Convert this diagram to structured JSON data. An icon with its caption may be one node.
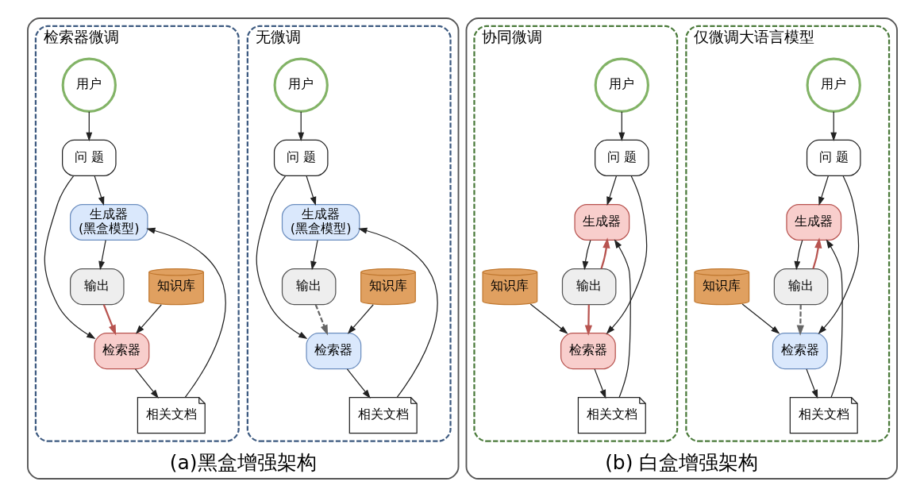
{
  "diagram": {
    "nodes": [
      {
        "text": [
          "(a)黑盒增强架构"
        ]
      },
      {
        "text": [
          "无微调"
        ],
        "in": 0
      },
      {
        "text": [
          "用户"
        ],
        "in": 1
      },
      {
        "text": [
          "问 题"
        ],
        "in": 1
      },
      {
        "text": [
          "生成器",
          "(黑盒模型)"
        ],
        "in": 1
      },
      {
        "text": [
          "输出"
        ],
        "in": 1
      },
      {
        "text": [
          "知识库"
        ],
        "in": 1
      },
      {
        "text": [
          "检索器"
        ],
        "in": 1
      },
      {
        "text": [
          "相关文档"
        ],
        "in": 1
      },
      {
        "text": [
          "检索器微调"
        ],
        "in": 0
      },
      {
        "text": [
          "用户"
        ],
        "in": 9
      },
      {
        "text": [
          "问 题"
        ],
        "in": 9
      },
      {
        "text": [
          "生成器",
          "(黑盒模型)"
        ],
        "in": 9
      },
      {
        "text": [
          "输出"
        ],
        "in": 9
      },
      {
        "text": [
          "知识库"
        ],
        "in": 9
      },
      {
        "text": [
          "检索器"
        ],
        "in": 9
      },
      {
        "text": [
          "相关文档"
        ],
        "in": 9
      },
      {
        "text": [
          "(b) 白盒增强架构"
        ]
      },
      {
        "text": [
          "仅微调大语言模型"
        ],
        "in": 17
      },
      {
        "text": [
          "用户"
        ],
        "in": 18
      },
      {
        "text": [
          "问 题"
        ],
        "in": 18
      },
      {
        "text": [
          "生成器"
        ],
        "in": 18
      },
      {
        "text": [
          "输出"
        ],
        "in": 18
      },
      {
        "text": [
          "知识库"
        ],
        "in": 18
      },
      {
        "text": [
          "检索器"
        ],
        "in": 18
      },
      {
        "text": [
          "相关文档"
        ],
        "in": 18
      },
      {
        "text": [
          "协同微调"
        ],
        "in": 17
      },
      {
        "text": [
          "用户"
        ],
        "in": 26
      },
      {
        "text": [
          "问 题"
        ],
        "in": 26
      },
      {
        "text": [
          "生成器"
        ],
        "in": 26
      },
      {
        "text": [
          "输出"
        ],
        "in": 26
      },
      {
        "text": [
          "知识库"
        ],
        "in": 26
      },
      {
        "text": [
          "检索器"
        ],
        "in": 26
      },
      {
        "text": [
          "相关文档"
        ],
        "in": 26
      }
    ],
    "edges": [
      {
        "from": 2,
        "to": 3,
        "arrow": "to"
      },
      {
        "from": 3,
        "to": 4,
        "arrow": "to"
      },
      {
        "from": 3,
        "to": 7,
        "arrow": "to"
      },
      {
        "from": 6,
        "to": 7,
        "arrow": "to"
      },
      {
        "from": 7,
        "to": 8,
        "arrow": "to"
      },
      {
        "from": 8,
        "to": 4,
        "arrow": "to"
      },
      {
        "from": 4,
        "to": 5,
        "arrow": "to"
      },
      {
        "from": 5,
        "to": 7,
        "arrow": "to",
        "style": "dashed",
        "color": "#666666"
      },
      {
        "from": 10,
        "to": 11,
        "arrow": "to"
      },
      {
        "from": 11,
        "to": 12,
        "arrow": "to"
      },
      {
        "from": 11,
        "to": 15,
        "arrow": "to"
      },
      {
        "from": 14,
        "to": 15,
        "arrow": "to"
      },
      {
        "from": 15,
        "to": 16,
        "arrow": "to"
      },
      {
        "from": 16,
        "to": 12,
        "arrow": "to"
      },
      {
        "from": 12,
        "to": 13,
        "arrow": "to"
      },
      {
        "from": 13,
        "to": 15,
        "arrow": "to",
        "color": "#b85450"
      },
      {
        "from": 19,
        "to": 20,
        "arrow": "to"
      },
      {
        "from": 20,
        "to": 21,
        "arrow": "to"
      },
      {
        "from": 20,
        "to": 24,
        "arrow": "to"
      },
      {
        "from": 23,
        "to": 24,
        "arrow": "to"
      },
      {
        "from": 24,
        "to": 25,
        "arrow": "to"
      },
      {
        "from": 25,
        "to": 21,
        "arrow": "to"
      },
      {
        "from": 21,
        "to": 22,
        "arrow": "to"
      },
      {
        "from": 22,
        "to": 21,
        "arrow": "to",
        "color": "#b85450"
      },
      {
        "from": 22,
        "to": 24,
        "arrow": "to",
        "style": "dashed",
        "color": "#666666"
      },
      {
        "from": 27,
        "to": 28,
        "arrow": "to"
      },
      {
        "from": 28,
        "to": 29,
        "arrow": "to"
      },
      {
        "from": 28,
        "to": 32,
        "arrow": "to"
      },
      {
        "from": 31,
        "to": 32,
        "arrow": "to"
      },
      {
        "from": 32,
        "to": 33,
        "arrow": "to"
      },
      {
        "from": 33,
        "to": 29,
        "arrow": "to"
      },
      {
        "from": 29,
        "to": 30,
        "arrow": "to"
      },
      {
        "from": 30,
        "to": 29,
        "arrow": "to",
        "color": "#b85450"
      },
      {
        "from": 30,
        "to": 32,
        "arrow": "to",
        "color": "#b85450"
      }
    ]
  }
}
